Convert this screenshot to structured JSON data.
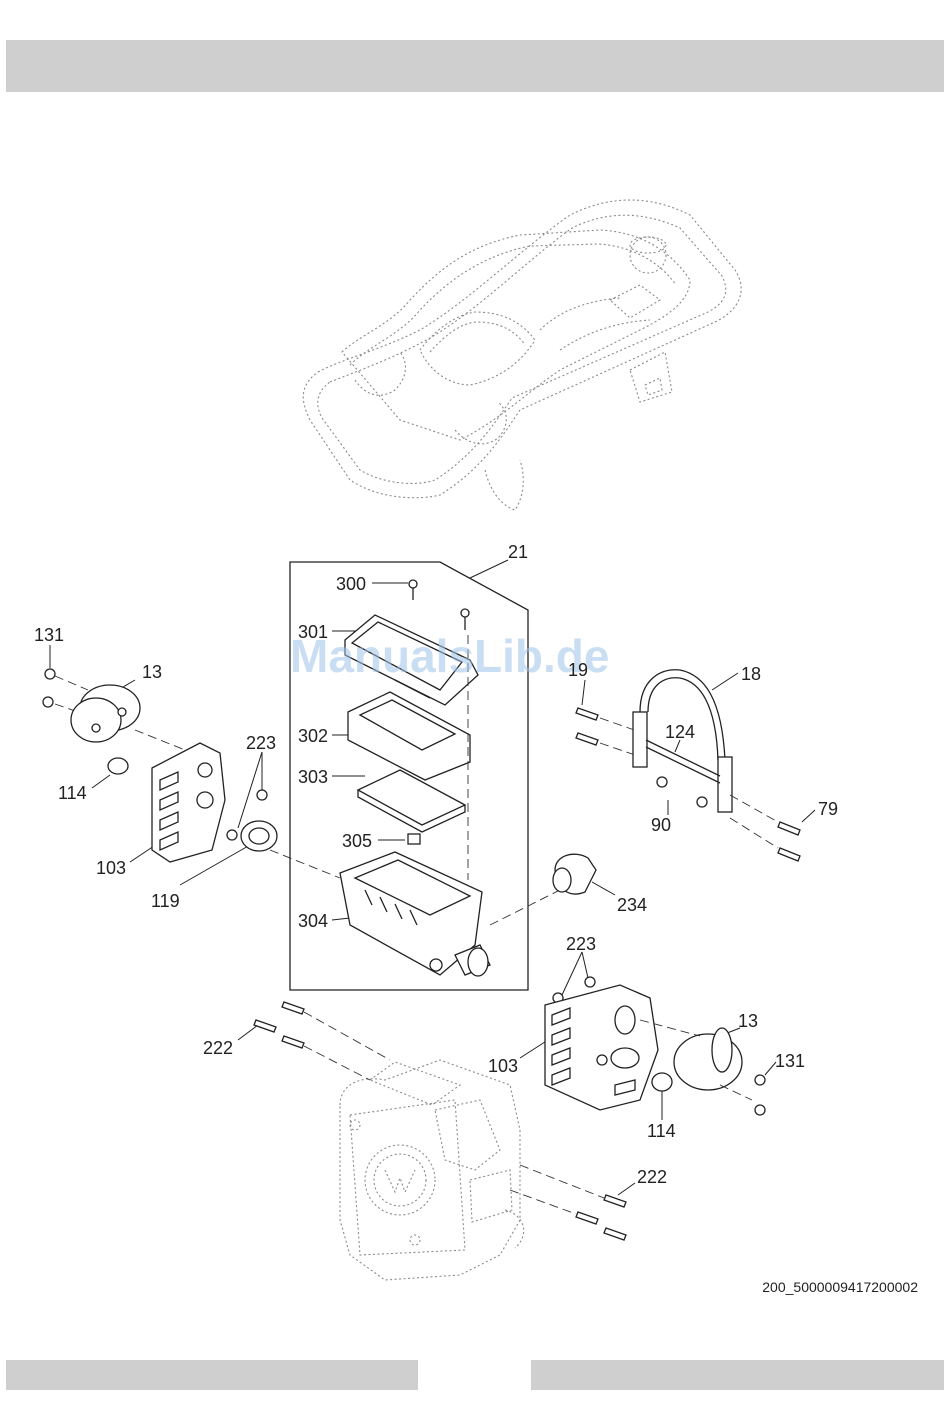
{
  "watermark": "ManualsLib.de",
  "reference_code": "200_5000009417200002",
  "part_labels": {
    "assembly_21": "21",
    "p300": "300",
    "p301": "301",
    "p302": "302",
    "p303": "303",
    "p304": "304",
    "p305": "305",
    "p131_left": "131",
    "p13_left": "13",
    "p223_left": "223",
    "p114_left": "114",
    "p103_left": "103",
    "p119": "119",
    "p19": "19",
    "p18": "18",
    "p124": "124",
    "p79": "79",
    "p90": "90",
    "p234": "234",
    "p223_right": "223",
    "p13_right": "13",
    "p131_right": "131",
    "p103_right": "103",
    "p114_right": "114",
    "p222_left": "222",
    "p222_right": "222"
  }
}
